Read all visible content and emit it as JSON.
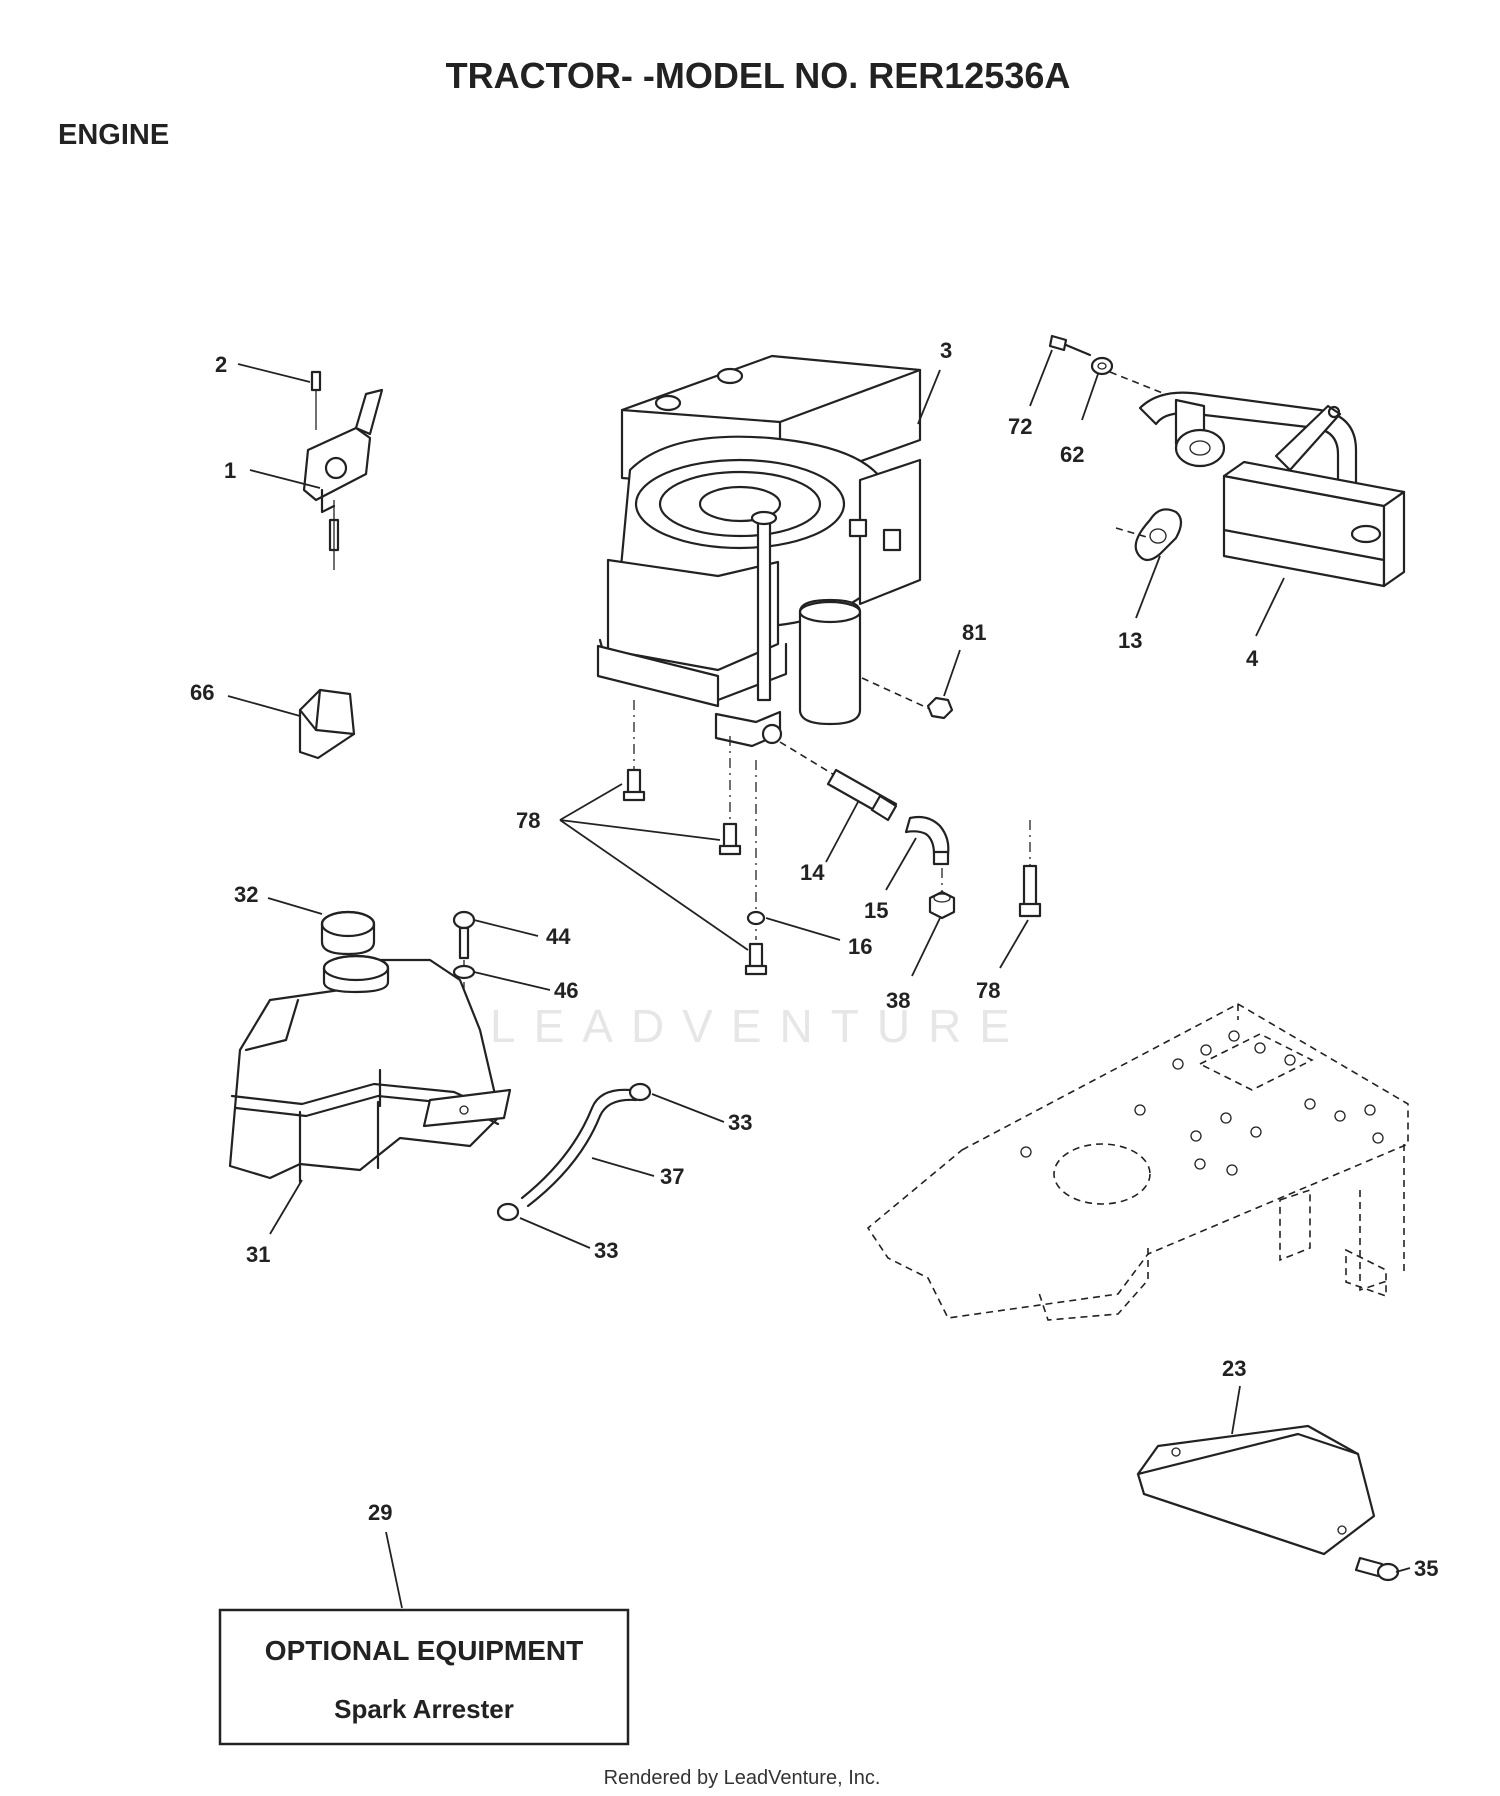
{
  "header": {
    "title": "TRACTOR- -MODEL NO. RER12536A",
    "section": "ENGINE"
  },
  "callouts": [
    {
      "id": "c2",
      "label": "2"
    },
    {
      "id": "c1",
      "label": "1"
    },
    {
      "id": "c66",
      "label": "66"
    },
    {
      "id": "c3",
      "label": "3"
    },
    {
      "id": "c72",
      "label": "72"
    },
    {
      "id": "c62",
      "label": "62"
    },
    {
      "id": "c13",
      "label": "13"
    },
    {
      "id": "c4",
      "label": "4"
    },
    {
      "id": "c81",
      "label": "81"
    },
    {
      "id": "c78a",
      "label": "78"
    },
    {
      "id": "c14",
      "label": "14"
    },
    {
      "id": "c15",
      "label": "15"
    },
    {
      "id": "c16",
      "label": "16"
    },
    {
      "id": "c38",
      "label": "38"
    },
    {
      "id": "c78b",
      "label": "78"
    },
    {
      "id": "c32",
      "label": "32"
    },
    {
      "id": "c44",
      "label": "44"
    },
    {
      "id": "c46",
      "label": "46"
    },
    {
      "id": "c33a",
      "label": "33"
    },
    {
      "id": "c37",
      "label": "37"
    },
    {
      "id": "c33b",
      "label": "33"
    },
    {
      "id": "c31",
      "label": "31"
    },
    {
      "id": "c23",
      "label": "23"
    },
    {
      "id": "c35",
      "label": "35"
    },
    {
      "id": "c29",
      "label": "29"
    }
  ],
  "optional_box": {
    "title": "OPTIONAL EQUIPMENT",
    "subtitle": "Spark Arrester"
  },
  "watermark": "LEADVENTURE",
  "footer": "Rendered by LeadVenture, Inc."
}
